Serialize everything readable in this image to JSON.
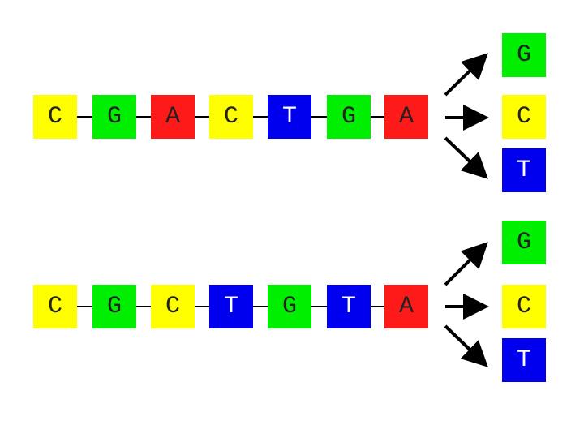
{
  "colors": {
    "A": "#ff1a1a",
    "C": "#ffff00",
    "G": "#00ee00",
    "T": "#0000ee",
    "text_dark": "#222222",
    "text_light": "#ffffff",
    "line": "#000000"
  },
  "sequences": [
    {
      "bases": [
        "C",
        "G",
        "A",
        "C",
        "T",
        "G",
        "A"
      ],
      "next_options": [
        "G",
        "C",
        "T"
      ]
    },
    {
      "bases": [
        "C",
        "G",
        "C",
        "T",
        "G",
        "T",
        "A"
      ],
      "next_options": [
        "G",
        "C",
        "T"
      ]
    }
  ]
}
